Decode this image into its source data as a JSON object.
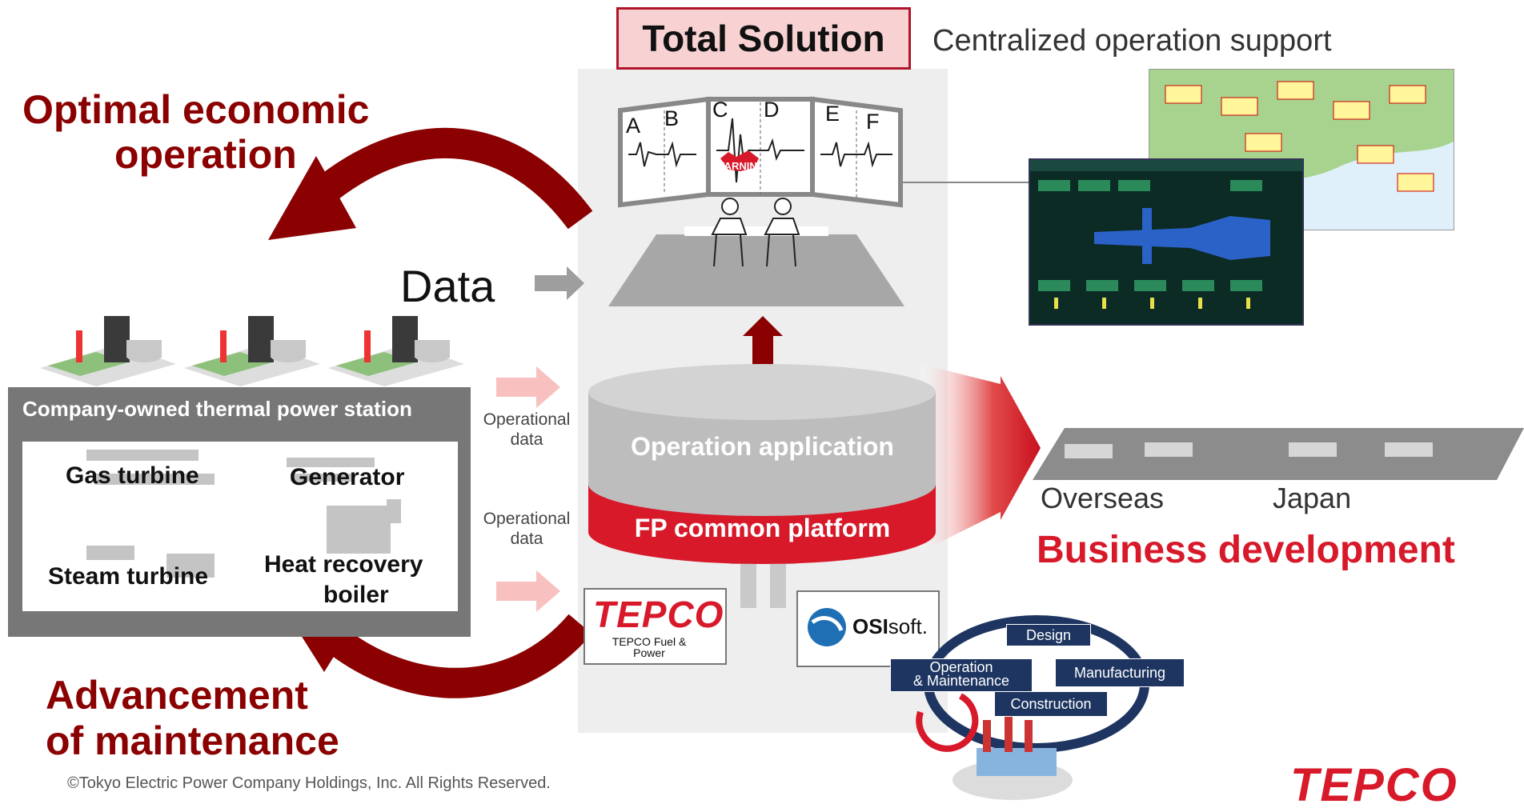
{
  "header": {
    "title_box": "Total Solution",
    "subtitle": "Centralized operation support"
  },
  "left": {
    "optimal_line1": "Optimal economic",
    "optimal_line2": "operation",
    "data_label": "Data",
    "station_title": "Company-owned thermal power station",
    "equipment": {
      "gas_turbine": "Gas turbine",
      "generator": "Generator",
      "steam_turbine": "Steam turbine",
      "heat_recovery_line1": "Heat recovery",
      "heat_recovery_line2": "boiler"
    },
    "advancement_line1": "Advancement",
    "advancement_line2": "of maintenance"
  },
  "center": {
    "operational_data_1_l1": "Operational",
    "operational_data_1_l2": "data",
    "operational_data_2_l1": "Operational",
    "operational_data_2_l2": "data",
    "screen_labels": [
      "A",
      "B",
      "C",
      "D",
      "E",
      "F"
    ],
    "warning": "WARNING",
    "operation_application": "Operation application",
    "fp_common_platform": "FP common platform",
    "tepco_logo": "TEPCO",
    "tepco_fuel_power": "TEPCO Fuel & Power",
    "osisoft_bold": "OSI",
    "osisoft_rest": "soft."
  },
  "right": {
    "overseas": "Overseas",
    "japan": "Japan",
    "business_development": "Business development",
    "cycle": {
      "design": "Design",
      "operation_maintenance_l1": "Operation",
      "operation_maintenance_l2": "& Maintenance",
      "manufacturing": "Manufacturing",
      "construction": "Construction"
    }
  },
  "footer": {
    "copyright": "©Tokyo Electric Power Company Holdings, Inc. All Rights Reserved.",
    "logo": "TEPCO"
  },
  "colors": {
    "maroon": "#8b0000",
    "red": "#d7192a",
    "light_pink": "#f7c7c7",
    "navy": "#1d3560"
  }
}
